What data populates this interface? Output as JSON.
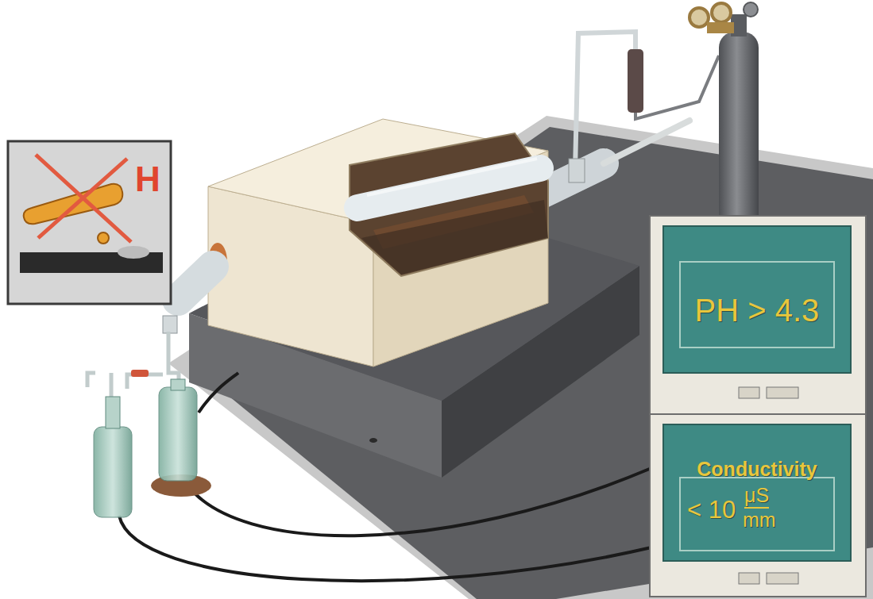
{
  "diagram": {
    "nodes": [
      {
        "text": [
          "H"
        ]
      },
      {
        "text": [
          "PH > 4.3"
        ]
      },
      {
        "text": [
          "Conductivity",
          "< 10",
          "μS",
          "mm"
        ]
      }
    ]
  }
}
